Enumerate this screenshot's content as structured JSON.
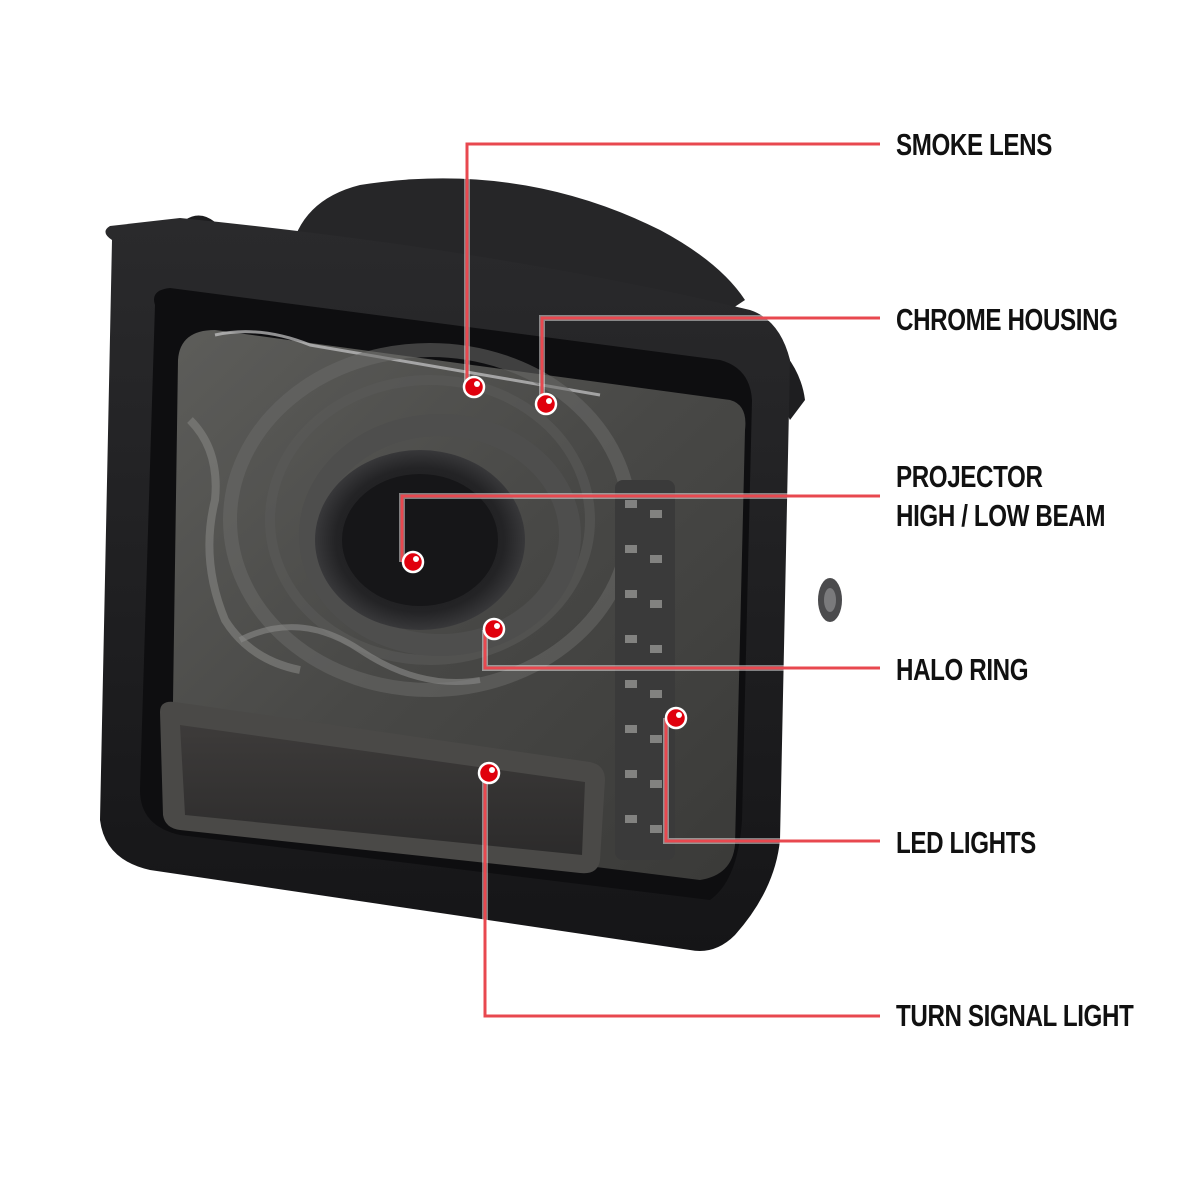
{
  "diagram": {
    "subject": "Smoke lens projector headlight with halo ring and LED lights",
    "accent_color": "#e8484f",
    "dot_color": "#e0000d",
    "callouts": [
      {
        "id": "smoke-lens",
        "label": "SMOKE LENS",
        "label_line2": ""
      },
      {
        "id": "chrome-housing",
        "label": "CHROME HOUSING",
        "label_line2": ""
      },
      {
        "id": "projector",
        "label": "PROJECTOR",
        "label_line2": "HIGH / LOW BEAM"
      },
      {
        "id": "halo-ring",
        "label": "HALO RING",
        "label_line2": ""
      },
      {
        "id": "led-lights",
        "label": "LED LIGHTS",
        "label_line2": ""
      },
      {
        "id": "turn-signal",
        "label": "TURN SIGNAL LIGHT",
        "label_line2": ""
      }
    ]
  }
}
